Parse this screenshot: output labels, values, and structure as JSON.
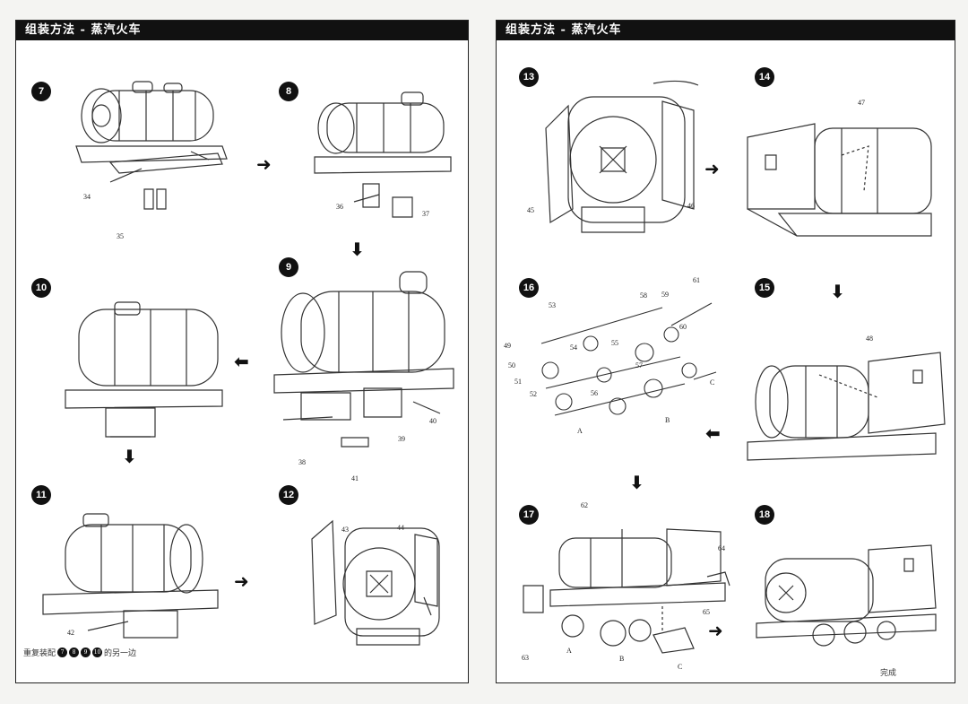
{
  "left_page": {
    "header": "组装方法 - 蒸汽火车",
    "steps": [
      {
        "num": "7",
        "labels": [
          "34",
          "35"
        ]
      },
      {
        "num": "8",
        "labels": [
          "36",
          "37"
        ]
      },
      {
        "num": "9",
        "labels": [
          "38",
          "39",
          "40",
          "41"
        ]
      },
      {
        "num": "10",
        "labels": []
      },
      {
        "num": "11",
        "labels": [
          "42"
        ]
      },
      {
        "num": "12",
        "labels": [
          "43",
          "44"
        ]
      }
    ],
    "footnote": {
      "prefix": "重复装配",
      "dots": [
        "7",
        "8",
        "9",
        "10"
      ],
      "suffix": "的另一边"
    }
  },
  "right_page": {
    "header": "组装方法 - 蒸汽火车",
    "steps": [
      {
        "num": "13",
        "labels": [
          "45",
          "46"
        ]
      },
      {
        "num": "14",
        "labels": [
          "47"
        ]
      },
      {
        "num": "15",
        "labels": [
          "48"
        ]
      },
      {
        "num": "16",
        "labels": [
          "49",
          "50",
          "51",
          "52",
          "53",
          "54",
          "55",
          "56",
          "57",
          "58",
          "59",
          "60",
          "61",
          "A",
          "B",
          "C"
        ]
      },
      {
        "num": "17",
        "labels": [
          "62",
          "63",
          "64",
          "65",
          "A",
          "B",
          "C"
        ]
      },
      {
        "num": "18",
        "labels": []
      }
    ],
    "completion": "完成"
  },
  "arrows": {
    "right": "➜",
    "left": "⬅",
    "down": "⬇"
  }
}
